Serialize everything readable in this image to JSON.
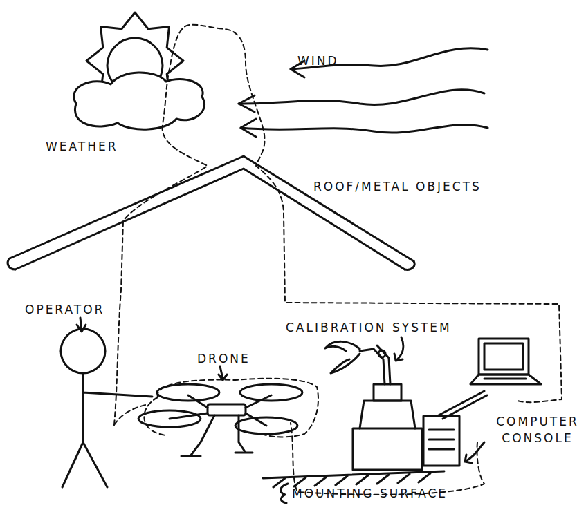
{
  "diagram": {
    "labels": [
      "WIND",
      "WEATHER",
      "ROOF/METAL OBJECTS",
      "OPERATOR",
      "CALIBRATION SYSTEM",
      "DRONE",
      "COMPUTER CONSOLE",
      "MOUNTING SURFACE"
    ]
  }
}
